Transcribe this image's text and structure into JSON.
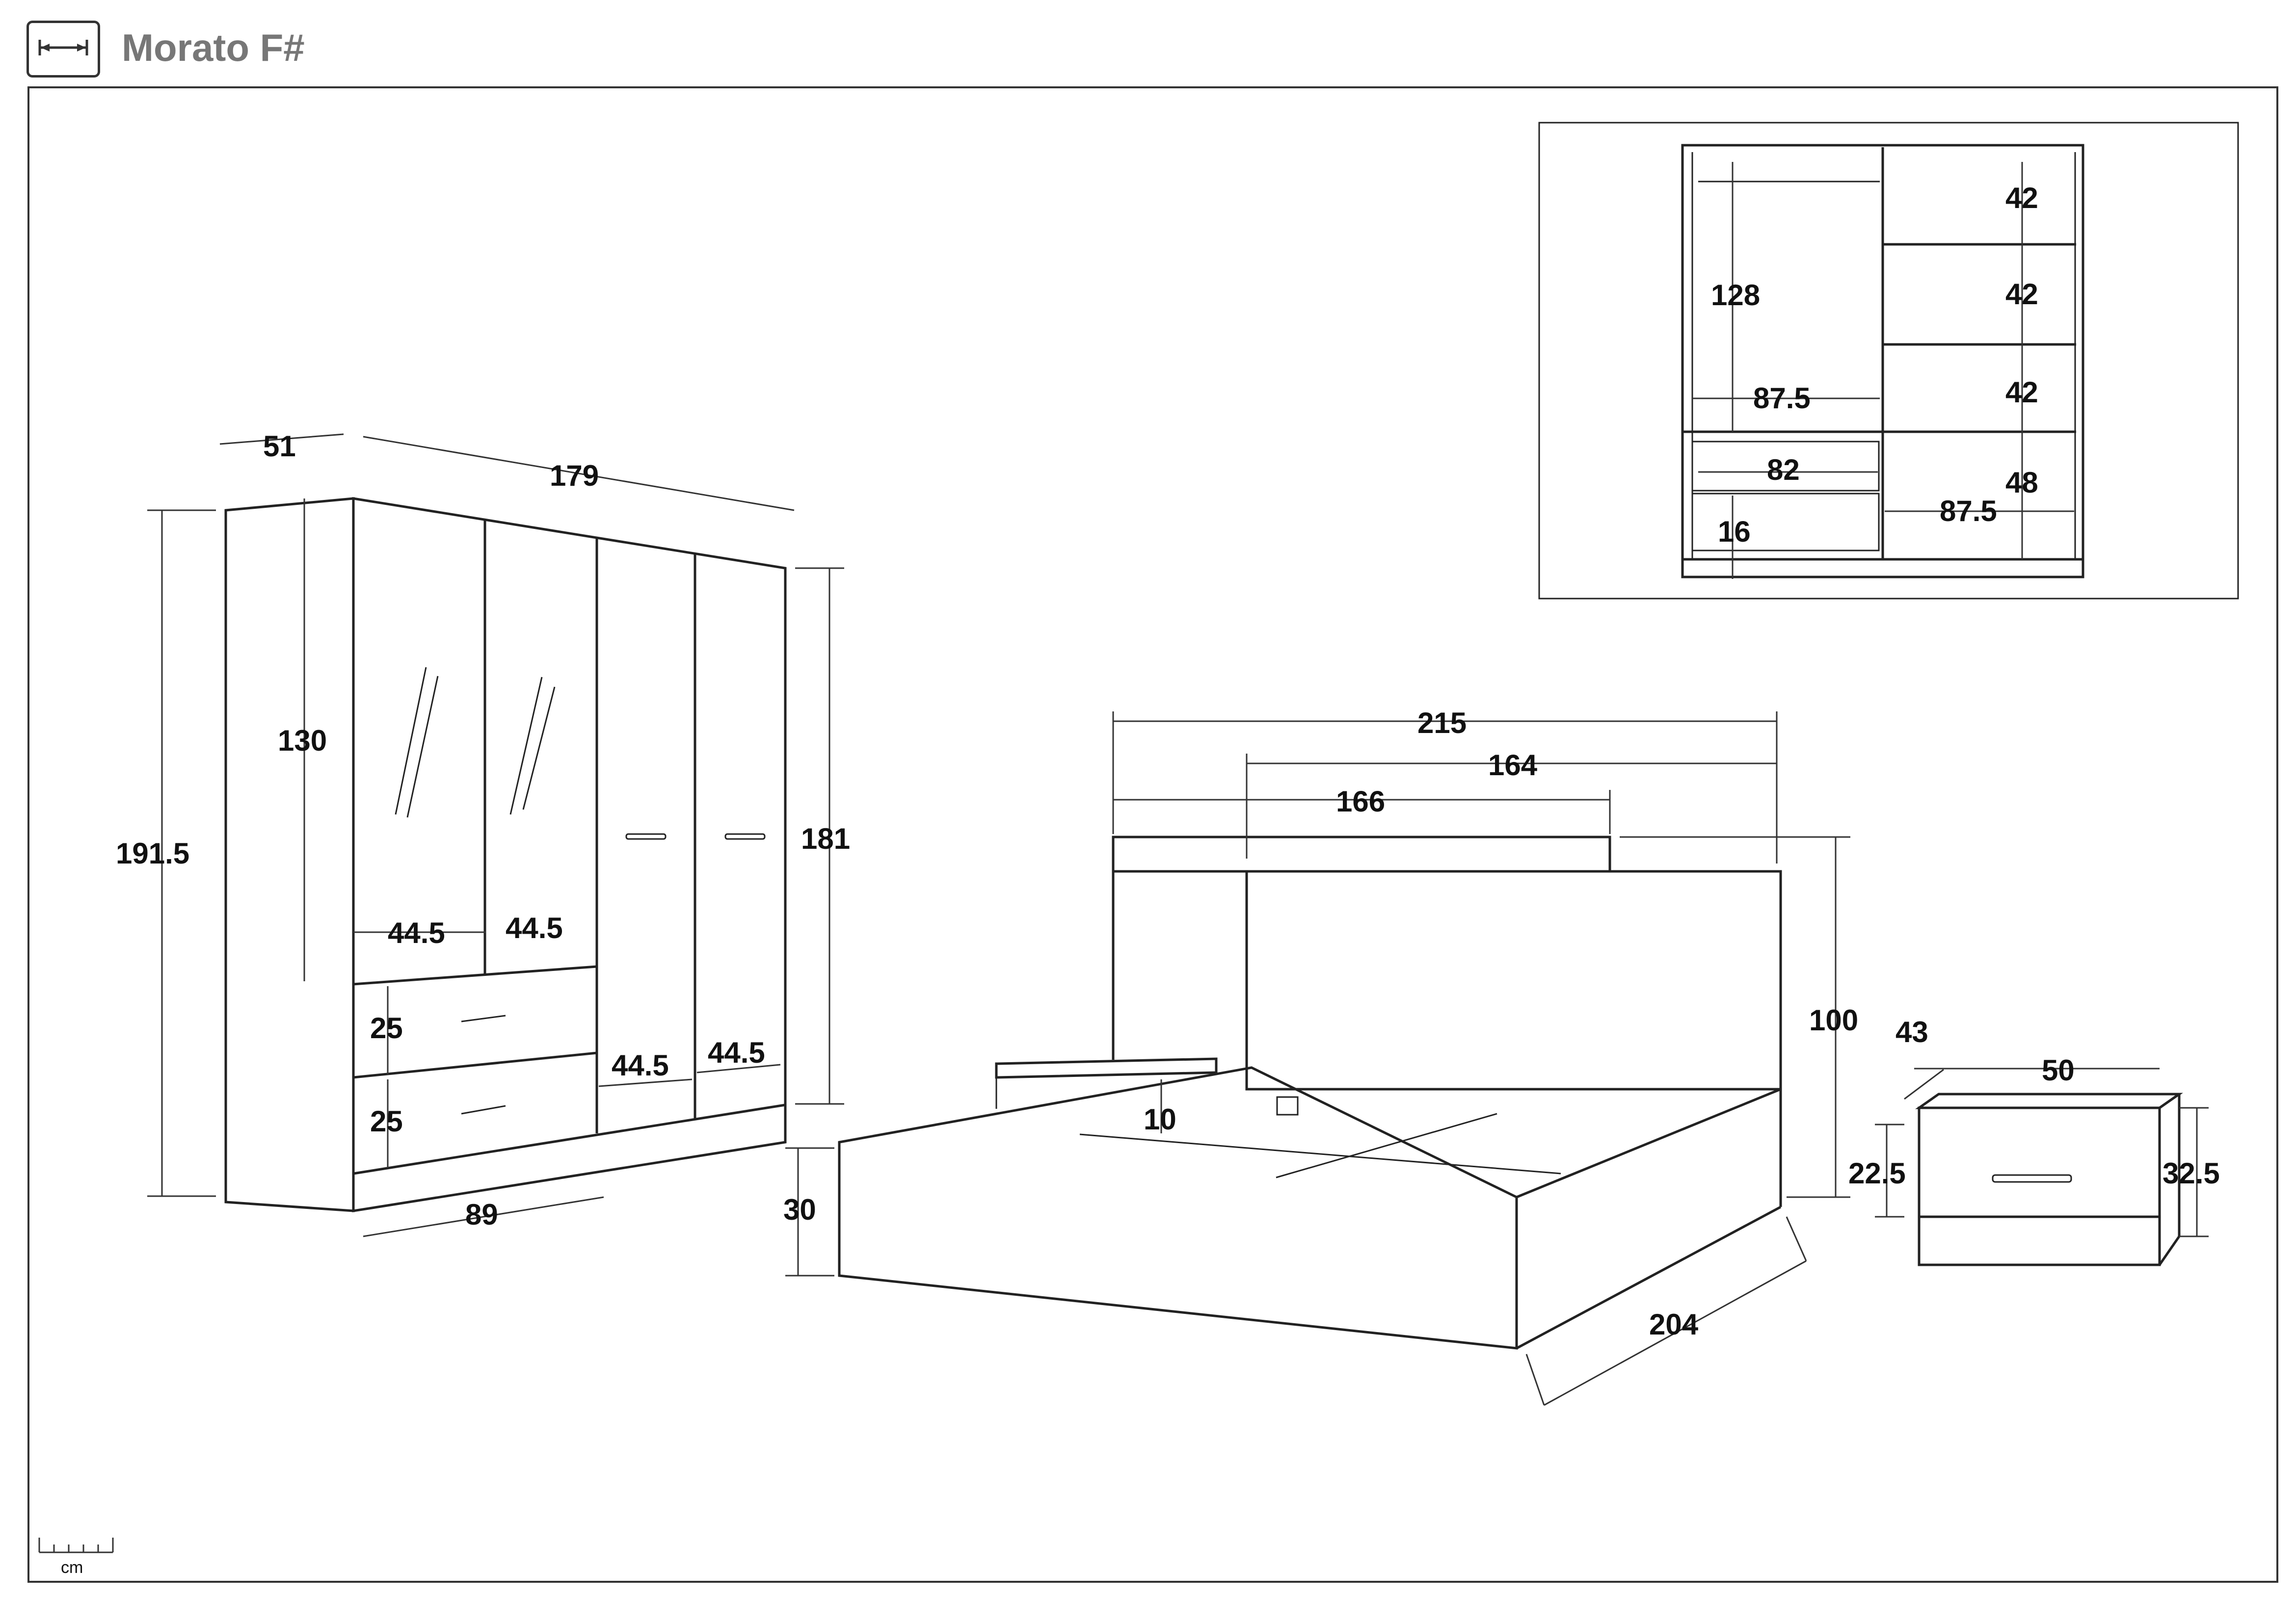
{
  "header": {
    "title": "Morato F#",
    "icon": "ruler-icon"
  },
  "scale_label": "cm",
  "wardrobe": {
    "depth": "51",
    "width": "179",
    "total_height": "191.5",
    "door_height": "130",
    "side_height": "181",
    "door_width_1": "44.5",
    "door_width_2": "44.5",
    "door_width_3": "44.5",
    "door_width_4": "44.5",
    "drawer_1": "25",
    "drawer_2": "25",
    "drawer_section_width": "89"
  },
  "wardrobe_interior": {
    "shelf_1": "42",
    "shelf_2": "42",
    "shelf_3": "42",
    "shelf_4": "48",
    "hanging_height": "128",
    "hanging_width": "87.5",
    "drawer_width": "82",
    "drawer_height": "16",
    "shelf_width": "87.5"
  },
  "bed": {
    "total_width": "215",
    "headboard_width": "164",
    "inner_width": "166",
    "height": "100",
    "base_height": "30",
    "length": "204",
    "gap": "10"
  },
  "nightstand": {
    "depth": "43",
    "width": "50",
    "drawer_height": "22.5",
    "height": "32.5"
  }
}
